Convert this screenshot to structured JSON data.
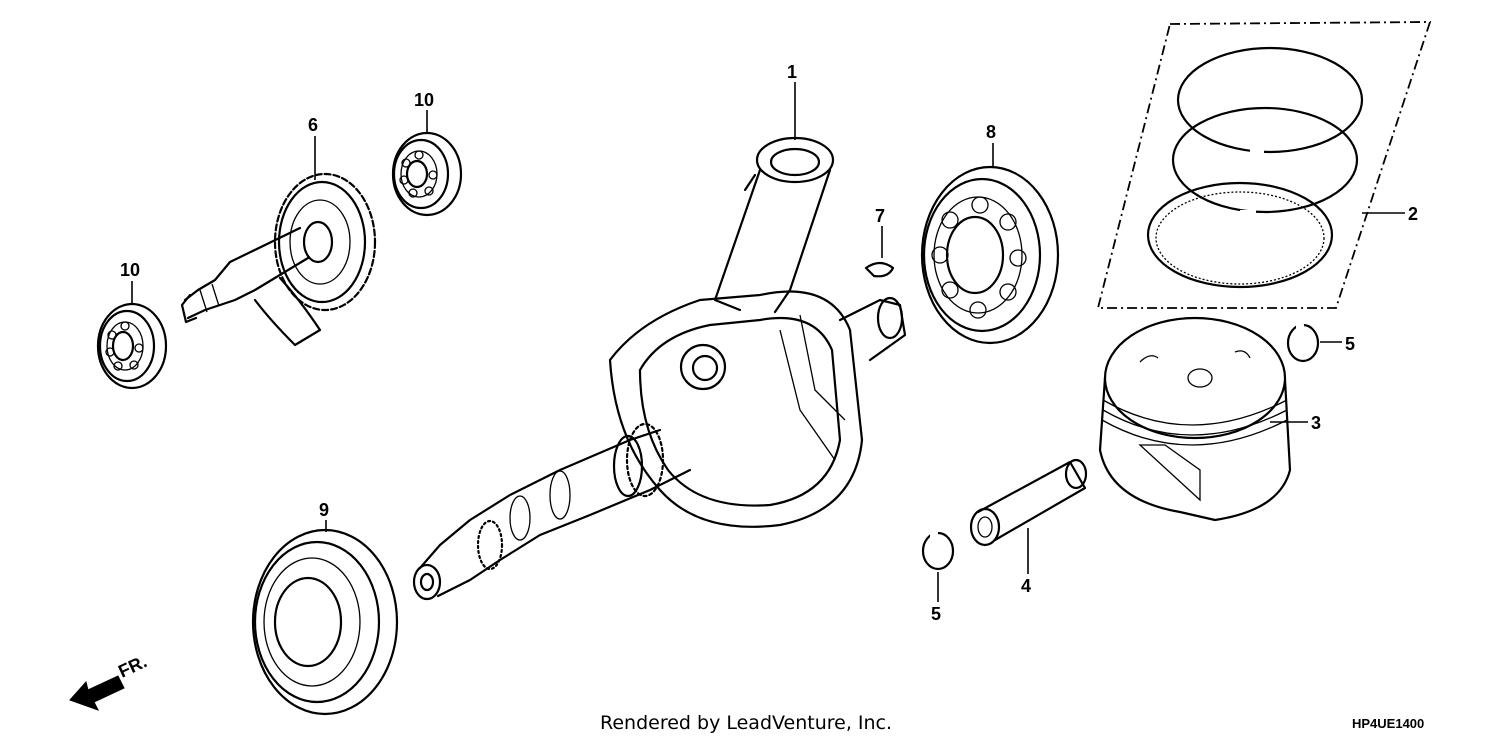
{
  "callouts": {
    "c1": "1",
    "c2": "2",
    "c3": "3",
    "c4": "4",
    "c5a": "5",
    "c5b": "5",
    "c6": "6",
    "c7": "7",
    "c8": "8",
    "c9": "9",
    "c10a": "10",
    "c10b": "10"
  },
  "front_indicator": "FR.",
  "footer": {
    "credit": "Rendered by LeadVenture, Inc.",
    "code": "HP4UE1400"
  }
}
